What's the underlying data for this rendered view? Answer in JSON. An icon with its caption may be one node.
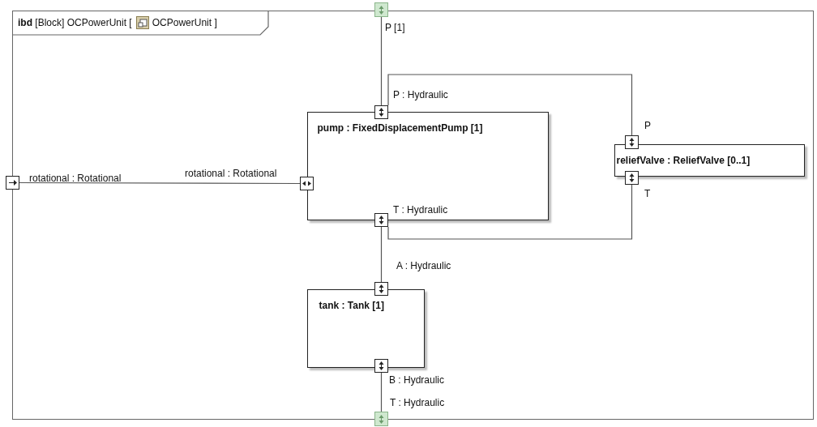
{
  "diagram": {
    "nodes": [
      {
        "text": [
          "**ibd** [Block] OCPowerUnit [",
          "OCPowerUnit ]"
        ]
      },
      {
        "text": [
          "pump : FixedDisplacementPump [1]"
        ],
        "in": 0
      },
      {
        "text": [
          "reliefValve : ReliefValve [0..1]"
        ],
        "in": 0
      },
      {
        "text": [
          "tank : Tank [1]"
        ],
        "in": 0
      },
      {
        "text": [],
        "shape": "box",
        "beside": [
          "P [1]"
        ]
      },
      {
        "text": [],
        "shape": "box",
        "beside": [
          "rotational : Rotational"
        ]
      },
      {
        "text": [],
        "shape": "box",
        "beside": [
          "T : Hydraulic"
        ]
      },
      {
        "text": [],
        "shape": "box",
        "beside": [
          "P : Hydraulic"
        ],
        "in": 0
      },
      {
        "text": [],
        "shape": "box",
        "beside": [
          "rotational : Rotational"
        ],
        "in": 0
      },
      {
        "text": [],
        "shape": "box",
        "beside": [
          "T : Hydraulic"
        ],
        "in": 0
      },
      {
        "text": [],
        "shape": "box",
        "beside": [
          "P"
        ],
        "in": 0
      },
      {
        "text": [],
        "shape": "box",
        "beside": [
          "T"
        ],
        "in": 0
      },
      {
        "text": [],
        "shape": "box",
        "beside": [
          "A : Hydraulic"
        ],
        "in": 0
      },
      {
        "text": [],
        "shape": "box",
        "beside": [
          "B : Hydraulic"
        ],
        "in": 0
      }
    ],
    "edges": [
      {
        "from": 4,
        "to": 7,
        "arrow": "none"
      },
      {
        "from": 7,
        "to": 10,
        "arrow": "none"
      },
      {
        "from": 5,
        "to": 8,
        "arrow": "none"
      },
      {
        "from": 9,
        "to": 11,
        "arrow": "none"
      },
      {
        "from": 9,
        "to": 12,
        "arrow": "none"
      },
      {
        "from": 13,
        "to": 6,
        "arrow": "none"
      }
    ]
  }
}
